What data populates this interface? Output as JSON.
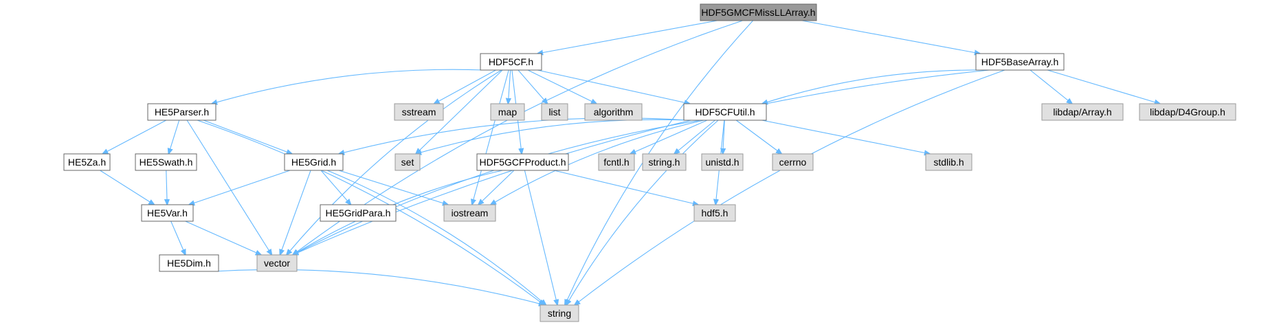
{
  "graph": {
    "nodes": [
      {
        "id": "root",
        "label": "HDF5GMCFMissLLArray.h",
        "kind": "root"
      },
      {
        "id": "hdf5cf",
        "label": "HDF5CF.h",
        "kind": "file"
      },
      {
        "id": "baseArray",
        "label": "HDF5BaseArray.h",
        "kind": "file"
      },
      {
        "id": "he5parser",
        "label": "HE5Parser.h",
        "kind": "file"
      },
      {
        "id": "sstream",
        "label": "sstream",
        "kind": "external"
      },
      {
        "id": "map",
        "label": "map",
        "kind": "external"
      },
      {
        "id": "list",
        "label": "list",
        "kind": "external"
      },
      {
        "id": "algorithm",
        "label": "algorithm",
        "kind": "external"
      },
      {
        "id": "cfutil",
        "label": "HDF5CFUtil.h",
        "kind": "file"
      },
      {
        "id": "libdapArray",
        "label": "libdap/Array.h",
        "kind": "external"
      },
      {
        "id": "libdapD4",
        "label": "libdap/D4Group.h",
        "kind": "external"
      },
      {
        "id": "he5za",
        "label": "HE5Za.h",
        "kind": "file"
      },
      {
        "id": "he5swath",
        "label": "HE5Swath.h",
        "kind": "file"
      },
      {
        "id": "he5grid",
        "label": "HE5Grid.h",
        "kind": "file"
      },
      {
        "id": "set",
        "label": "set",
        "kind": "external"
      },
      {
        "id": "gcfproduct",
        "label": "HDF5GCFProduct.h",
        "kind": "file"
      },
      {
        "id": "fcntl",
        "label": "fcntl.h",
        "kind": "external"
      },
      {
        "id": "stringh",
        "label": "string.h",
        "kind": "external"
      },
      {
        "id": "unistd",
        "label": "unistd.h",
        "kind": "external"
      },
      {
        "id": "cerrno",
        "label": "cerrno",
        "kind": "external"
      },
      {
        "id": "stdlib",
        "label": "stdlib.h",
        "kind": "external"
      },
      {
        "id": "he5var",
        "label": "HE5Var.h",
        "kind": "file"
      },
      {
        "id": "he5gridpara",
        "label": "HE5GridPara.h",
        "kind": "file"
      },
      {
        "id": "iostream",
        "label": "iostream",
        "kind": "external"
      },
      {
        "id": "hdf5h",
        "label": "hdf5.h",
        "kind": "external"
      },
      {
        "id": "he5dim",
        "label": "HE5Dim.h",
        "kind": "file"
      },
      {
        "id": "vector",
        "label": "vector",
        "kind": "external"
      },
      {
        "id": "string",
        "label": "string",
        "kind": "external"
      }
    ],
    "edges": [
      [
        "root",
        "hdf5cf"
      ],
      [
        "root",
        "baseArray"
      ],
      [
        "root",
        "vector"
      ],
      [
        "root",
        "string"
      ],
      [
        "hdf5cf",
        "he5parser"
      ],
      [
        "hdf5cf",
        "sstream"
      ],
      [
        "hdf5cf",
        "map"
      ],
      [
        "hdf5cf",
        "list"
      ],
      [
        "hdf5cf",
        "algorithm"
      ],
      [
        "hdf5cf",
        "cfutil"
      ],
      [
        "hdf5cf",
        "set"
      ],
      [
        "hdf5cf",
        "gcfproduct"
      ],
      [
        "hdf5cf",
        "iostream"
      ],
      [
        "hdf5cf",
        "vector"
      ],
      [
        "baseArray",
        "cfutil"
      ],
      [
        "baseArray",
        "libdapArray"
      ],
      [
        "baseArray",
        "libdapD4"
      ],
      [
        "baseArray",
        "vector"
      ],
      [
        "baseArray",
        "string"
      ],
      [
        "he5parser",
        "he5za"
      ],
      [
        "he5parser",
        "he5swath"
      ],
      [
        "he5parser",
        "he5grid"
      ],
      [
        "he5parser",
        "vector"
      ],
      [
        "he5parser",
        "string"
      ],
      [
        "cfutil",
        "he5grid"
      ],
      [
        "cfutil",
        "set"
      ],
      [
        "cfutil",
        "iostream"
      ],
      [
        "cfutil",
        "fcntl"
      ],
      [
        "cfutil",
        "stringh"
      ],
      [
        "cfutil",
        "unistd"
      ],
      [
        "cfutil",
        "cerrno"
      ],
      [
        "cfutil",
        "stdlib"
      ],
      [
        "cfutil",
        "hdf5h"
      ],
      [
        "cfutil",
        "vector"
      ],
      [
        "cfutil",
        "string"
      ],
      [
        "he5za",
        "he5var"
      ],
      [
        "he5swath",
        "he5var"
      ],
      [
        "he5grid",
        "he5var"
      ],
      [
        "he5grid",
        "he5gridpara"
      ],
      [
        "he5grid",
        "iostream"
      ],
      [
        "he5grid",
        "vector"
      ],
      [
        "he5grid",
        "string"
      ],
      [
        "gcfproduct",
        "iostream"
      ],
      [
        "gcfproduct",
        "hdf5h"
      ],
      [
        "gcfproduct",
        "vector"
      ],
      [
        "gcfproduct",
        "string"
      ],
      [
        "he5var",
        "he5dim"
      ],
      [
        "he5var",
        "vector"
      ],
      [
        "he5dim",
        "string"
      ]
    ]
  },
  "colors": {
    "edge": "#63b8ff",
    "root_fill": "#999999",
    "file_fill": "#ffffff",
    "external_fill": "#e0e0e0",
    "file_border": "#666666",
    "external_border": "#999999",
    "text": "#000000"
  }
}
